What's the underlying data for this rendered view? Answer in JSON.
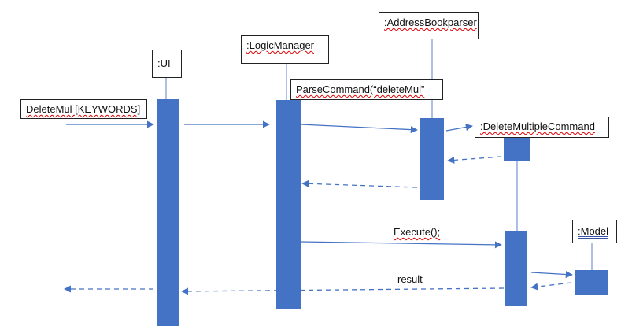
{
  "participants": {
    "ui": ":UI",
    "logic": ":LogicManager",
    "parser": ":AddressBookparser",
    "command": ":DeleteMultipleCommand",
    "model": ":Model"
  },
  "messages": {
    "deletemul": "DeleteMul [KEYWORDS]",
    "parse": "ParseCommand(“deleteMul”",
    "execute": "Execute();",
    "result": "result"
  },
  "colors": {
    "activation": "#4472c4",
    "line": "#4472c4",
    "lifeline": "#5b7fc6"
  }
}
